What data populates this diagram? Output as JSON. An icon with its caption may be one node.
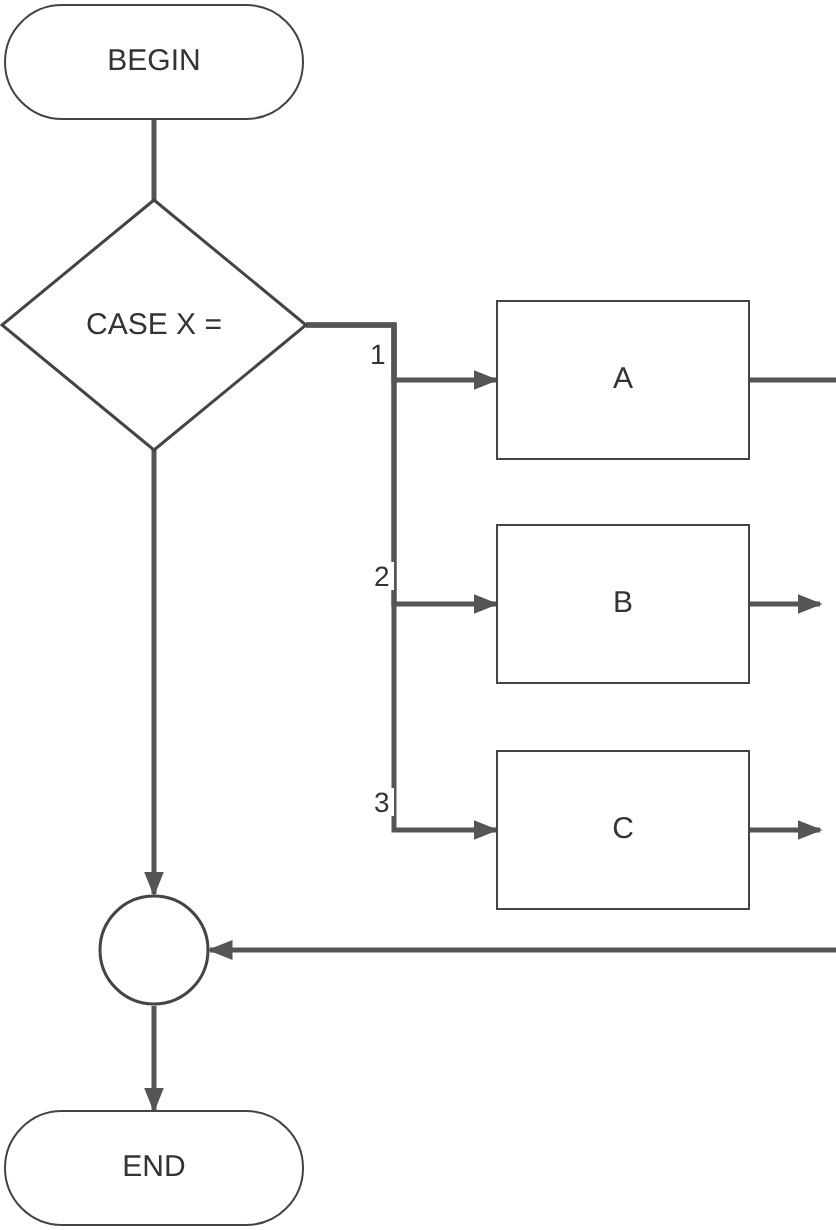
{
  "diagram": {
    "nodes": [
      {
        "text": [
          "BEGIN"
        ]
      },
      {
        "text": [
          "CASE X ="
        ]
      },
      {
        "text": [
          "A"
        ]
      },
      {
        "text": [
          "B"
        ]
      },
      {
        "text": [
          "C"
        ]
      },
      {
        "text": [],
        "shape": "circle"
      },
      {
        "text": [
          "END"
        ]
      }
    ],
    "edges": [
      {
        "from": 0,
        "to": 1,
        "arrow": "none"
      },
      {
        "from": 1,
        "to": 2,
        "arrow": "to",
        "label": "1"
      },
      {
        "from": 1,
        "to": 3,
        "arrow": "to",
        "label": "2"
      },
      {
        "from": 1,
        "to": 4,
        "arrow": "to",
        "label": "3"
      },
      {
        "from": 2,
        "to": null,
        "arrow": "none"
      },
      {
        "from": 3,
        "to": null,
        "arrow": "to"
      },
      {
        "from": 4,
        "to": null,
        "arrow": "to"
      },
      {
        "from": 1,
        "to": 5,
        "arrow": "to"
      },
      {
        "from": null,
        "to": 5,
        "arrow": "to"
      },
      {
        "from": 5,
        "to": 6,
        "arrow": "to"
      }
    ]
  }
}
